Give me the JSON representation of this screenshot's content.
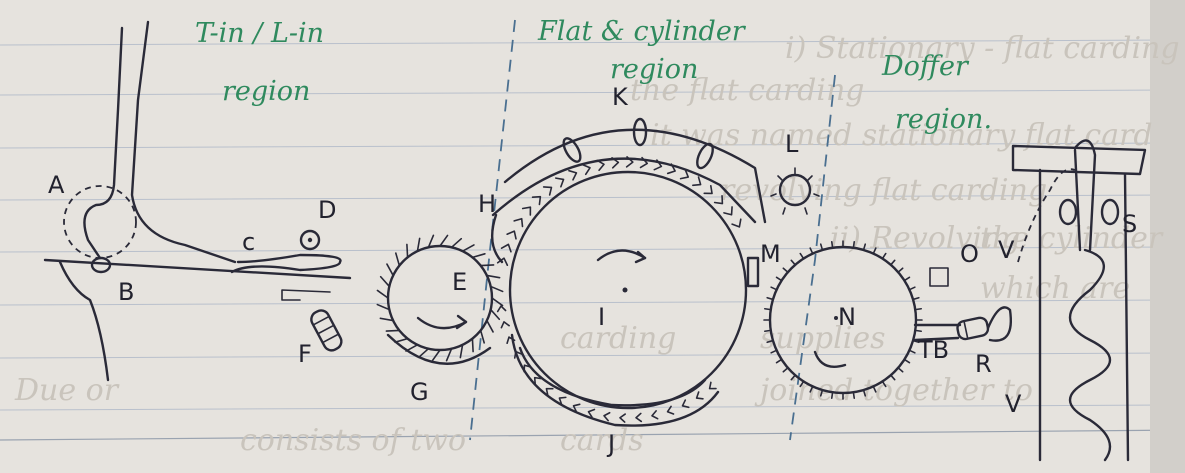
{
  "regions": {
    "tin": {
      "line1": "T-in / L-in",
      "line2": "region"
    },
    "flat": {
      "line1": "Flat & cylinder",
      "line2": "region"
    },
    "doffer": {
      "line1": "Doffer",
      "line2": "region."
    }
  },
  "labels": {
    "A": "A",
    "B": "B",
    "C": "c",
    "D": "D",
    "E": "E",
    "F": "F",
    "G": "G",
    "H": "H",
    "I": "I",
    "J": "J",
    "K": "K",
    "L": "L",
    "M": "M",
    "N": "N",
    "O": "O",
    "R": "R",
    "S": "S",
    "TB": "TB",
    "V1": "V",
    "V2": "V"
  },
  "background_text": [
    "i) Stationary - flat carding",
    "the flat carding",
    "it was named stationary flat card",
    "revolving flat carding",
    "ii) Revolving",
    "the cylinder",
    "which are",
    "carding",
    "supplies",
    "Due or",
    "joined together to",
    "consists of two",
    "cards"
  ]
}
